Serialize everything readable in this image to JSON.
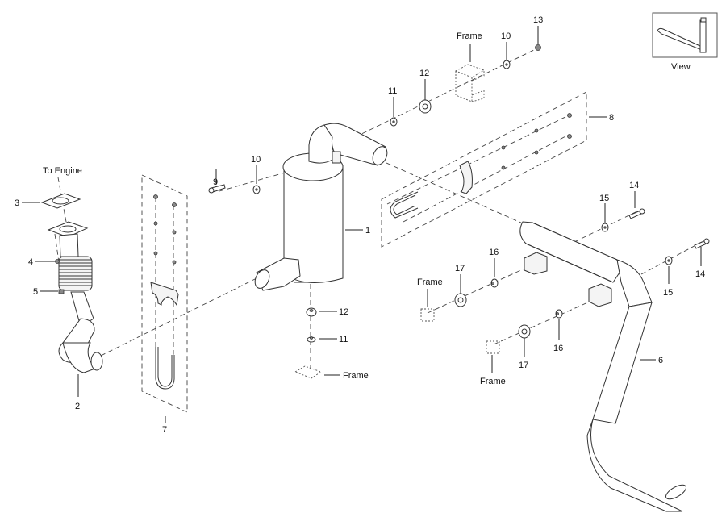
{
  "diagram": {
    "title": "Exhaust system exploded view",
    "callouts": {
      "c1": "1",
      "c2": "2",
      "c3": "3",
      "c4": "4",
      "c5": "5",
      "c6": "6",
      "c7": "7",
      "c8": "8",
      "c9": "9",
      "c10a": "10",
      "c10b": "10",
      "c11a": "11",
      "c11b": "11",
      "c12a": "12",
      "c12b": "12",
      "c13": "13",
      "c14a": "14",
      "c14b": "14",
      "c15a": "15",
      "c15b": "15",
      "c16a": "16",
      "c16b": "16",
      "c17a": "17",
      "c17b": "17"
    },
    "annotations": {
      "to_engine": "To Engine",
      "frame_top": "Frame",
      "frame_bottom_center": "Frame",
      "frame_right_upper": "Frame",
      "frame_right_lower": "Frame"
    },
    "view_inset": {
      "label": "View"
    }
  }
}
